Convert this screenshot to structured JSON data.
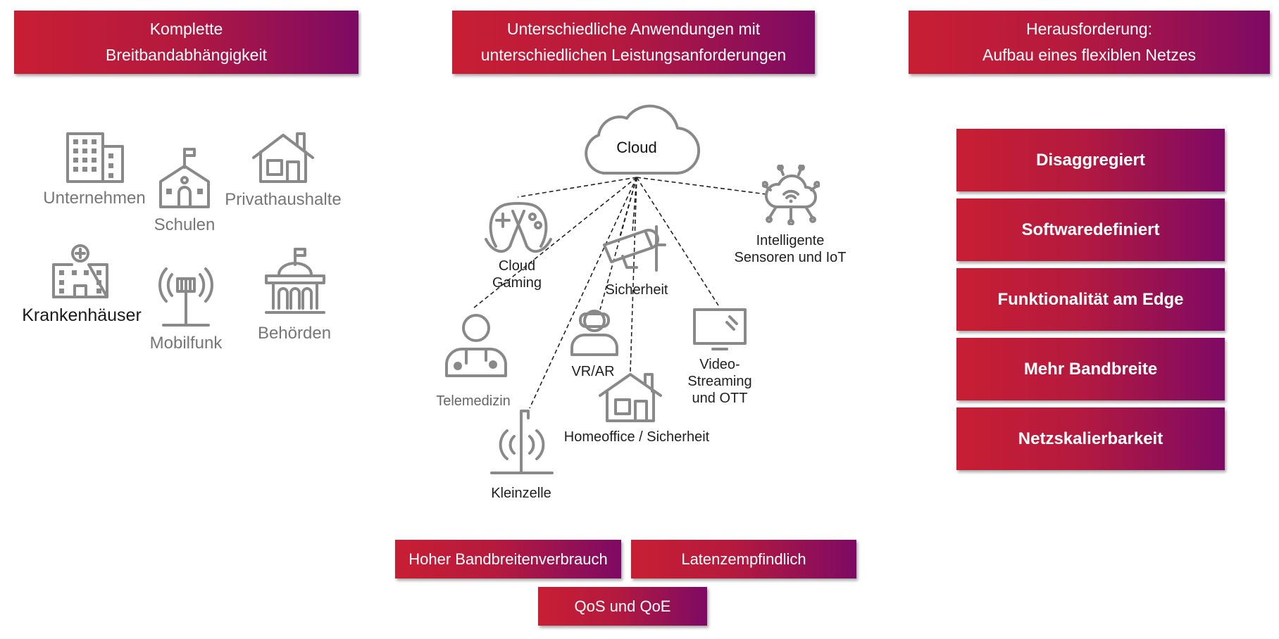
{
  "headers": {
    "left": "Komplette\nBreitbandabhängigkeit",
    "center": "Unterschiedliche Anwendungen mit\nunterschiedlichen Leistungsanforderungen",
    "right": "Herausforderung:\nAufbau eines flexiblen Netzes"
  },
  "left_labels": {
    "enterprise": "Unternehmen",
    "schools": "Schulen",
    "households": "Privathaushalte",
    "hospitals": "Krankenhäuser",
    "mobile": "Mobilfunk",
    "authorities": "Behörden"
  },
  "center": {
    "cloud": "Cloud",
    "gaming": "Cloud\nGaming",
    "security": "Sicherheit",
    "iot": "Intelligente\nSensoren und IoT",
    "telemedicine": "Telemedizin",
    "vrar": "VR/AR",
    "streaming": "Video-\nStreaming\nund OTT",
    "homeoffice": "Homeoffice / Sicherheit",
    "smallcell": "Kleinzelle"
  },
  "requirements": [
    "Hoher Bandbreitenverbrauch",
    "Latenzempfindlich",
    "QoS und QoE"
  ],
  "features": [
    "Disaggregiert",
    "Softwaredefiniert",
    "Funktionalität am Edge",
    "Mehr Bandbreite",
    "Netzskalierbarkeit"
  ],
  "colors": {
    "gradient_start": "#c81e34",
    "gradient_end": "#7e0a64",
    "icon": "#898989"
  },
  "icons": [
    "office-building-icon",
    "school-icon",
    "house-icon",
    "hospital-icon",
    "antenna-icon",
    "government-building-icon",
    "cloud-icon",
    "game-controller-icon",
    "security-camera-icon",
    "iot-sensor-icon",
    "doctor-icon",
    "vr-headset-icon",
    "tv-icon",
    "home-icon",
    "small-cell-icon"
  ]
}
